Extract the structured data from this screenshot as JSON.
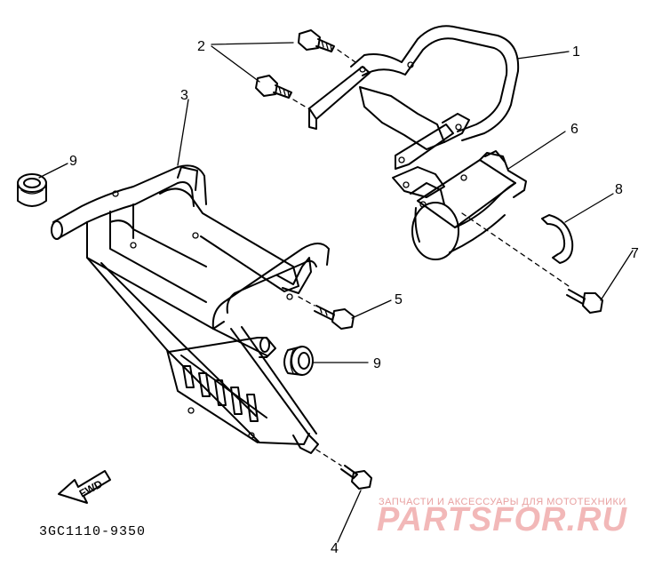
{
  "diagram": {
    "callouts": {
      "c1": "1",
      "c2": "2",
      "c3": "3",
      "c4": "4",
      "c5": "5",
      "c6": "6",
      "c7": "7",
      "c8": "8",
      "c9a": "9",
      "c9b": "9"
    },
    "fwd_label": "FWD",
    "part_code": "3GC1110-9350"
  },
  "watermark": {
    "subtitle": "ЗАПЧАСТИ И АКСЕССУАРЫ ДЛЯ МОТОТЕХНИКИ",
    "brand": "PARTSFOR.RU"
  }
}
